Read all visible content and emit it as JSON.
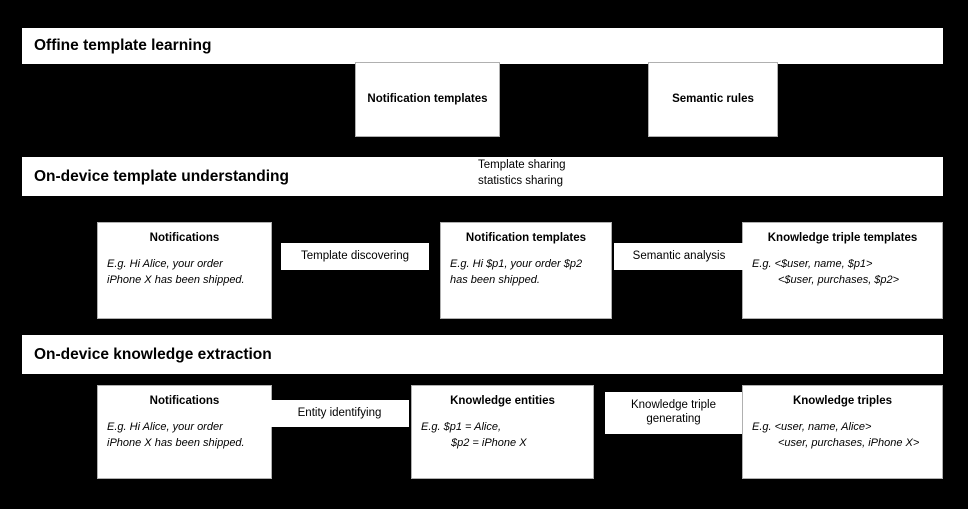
{
  "diagram": {
    "title_bands": [
      {
        "id": "offline",
        "label": "Offine template learning"
      },
      {
        "id": "on-device-template",
        "label": "On-device template understanding"
      },
      {
        "id": "on-device-knowledge",
        "label": "On-device knowledge extraction"
      }
    ],
    "sharing_labels": {
      "line1": "Template sharing",
      "line2": "statistics sharing"
    },
    "top_boxes": [
      {
        "id": "notification-templates-top",
        "title": "Notification templates"
      },
      {
        "id": "semantic-rules",
        "title": "Semantic rules"
      }
    ],
    "middle_row": {
      "boxes": [
        {
          "id": "notifications-middle",
          "title": "Notifications",
          "body": [
            "E.g. Hi Alice, your order",
            "iPhone X has been shipped."
          ]
        },
        {
          "id": "notification-templates-middle",
          "title": "Notification templates",
          "body": [
            "E.g. Hi $p1, your order $p2",
            "has been shipped."
          ]
        },
        {
          "id": "knowledge-triple-templates",
          "title": "Knowledge triple templates",
          "body": [
            "E.g. <$user, name, $p1>",
            "<$user, purchases, $p2>"
          ]
        }
      ],
      "arrow_labels": [
        {
          "id": "template-discovering",
          "label": "Template discovering"
        },
        {
          "id": "semantic-analysis",
          "label": "Semantic analysis"
        }
      ]
    },
    "bottom_row": {
      "boxes": [
        {
          "id": "notifications-bottom",
          "title": "Notifications",
          "body": [
            "E.g. Hi Alice, your order",
            "iPhone X has been shipped."
          ]
        },
        {
          "id": "knowledge-entities",
          "title": "Knowledge entities",
          "body": [
            "E.g. $p1 = Alice,",
            "$p2 = iPhone X"
          ]
        },
        {
          "id": "knowledge-triples",
          "title": "Knowledge triples",
          "body": [
            "E.g. <user, name, Alice>",
            "<user, purchases, iPhone X>"
          ]
        }
      ],
      "arrow_labels": [
        {
          "id": "entity-identifying",
          "label": "Entity identifying"
        },
        {
          "id": "knowledge-triple-generating",
          "label": "Knowledge triple generating"
        }
      ]
    },
    "colors": {
      "background": "#000000",
      "surface": "#ffffff",
      "text": "#000000"
    }
  }
}
